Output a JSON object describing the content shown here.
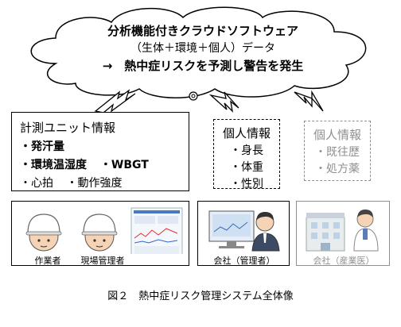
{
  "cloud": {
    "line1": "分析機能付きクラウドソフトウェア",
    "line2": "（生体＋環境＋個人）データ",
    "line3": "→　熱中症リスクを予測し警告を発生"
  },
  "measurement_unit": {
    "title": "計測ユニット情報",
    "line1": "・発汗量",
    "line2a": "・環境温湿度",
    "line2b": "・WBGT",
    "line3a": "・心拍",
    "line3b": "・動作強度"
  },
  "personal_info": {
    "title": "個人情報",
    "items": [
      "・身長",
      "・体重",
      "・性別"
    ]
  },
  "personal_info_gray": {
    "title": "個人情報",
    "items": [
      "・既往歴",
      "・処方薬"
    ]
  },
  "people": {
    "worker": "作業者",
    "site_manager": "現場管理者",
    "company_admin": "会社（管理者）",
    "company_doctor": "会社（産業医）"
  },
  "figure_caption": "図２　熱中症リスク管理システム全体像",
  "colors": {
    "gray": "#909090",
    "helmet": "#ffffff",
    "skin": "#f6d3b4"
  }
}
